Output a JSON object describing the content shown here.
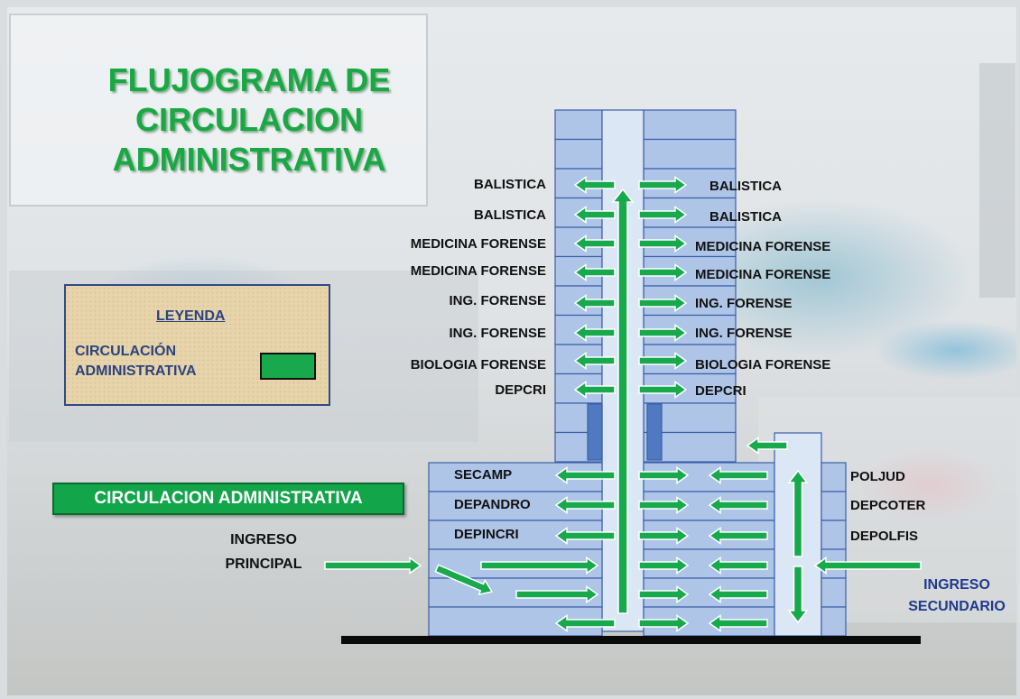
{
  "title_lines": [
    "FLUJOGRAMA DE",
    "CIRCULACION",
    "ADMINISTRATIVA"
  ],
  "legend": {
    "title": "LEYENDA",
    "item_lines": [
      "CIRCULACIÓN",
      "ADMINISTRATIVA"
    ],
    "swatch_color": "#17a94b"
  },
  "circulation_label": "CIRCULACION ADMINISTRATIVA",
  "ingreso_principal_lines": [
    "INGRESO",
    "PRINCIPAL"
  ],
  "ingreso_secundario_lines": [
    "INGRESO",
    "SECUNDARIO"
  ],
  "tower_left_labels": [
    "BALISTICA",
    "BALISTICA",
    "MEDICINA FORENSE",
    "MEDICINA FORENSE",
    "ING. FORENSE",
    "ING. FORENSE",
    "BIOLOGIA FORENSE",
    "DEPCRI"
  ],
  "tower_right_labels": [
    "BALISTICA",
    "BALISTICA",
    "MEDICINA FORENSE",
    "MEDICINA FORENSE",
    "ING. FORENSE",
    "ING. FORENSE",
    "BIOLOGIA FORENSE",
    "DEPCRI"
  ],
  "base_left_labels": [
    "SECAMP",
    "DEPANDRO",
    "DEPINCRI"
  ],
  "annex_labels": [
    "POLJUD",
    "DEPCOTER",
    "DEPOLFIS"
  ],
  "colors": {
    "arrow_fill": "#17a94b",
    "arrow_stroke": "#ffffff",
    "building_fill": "#aec5e8",
    "building_edge": "#3b5fa8",
    "shaft_fill": "#dce7f5",
    "floor_line": "#0a0a0a",
    "title_color": "#19a844",
    "legend_text": "#2b4380",
    "secondary_entry_text": "#1f3b8a"
  }
}
